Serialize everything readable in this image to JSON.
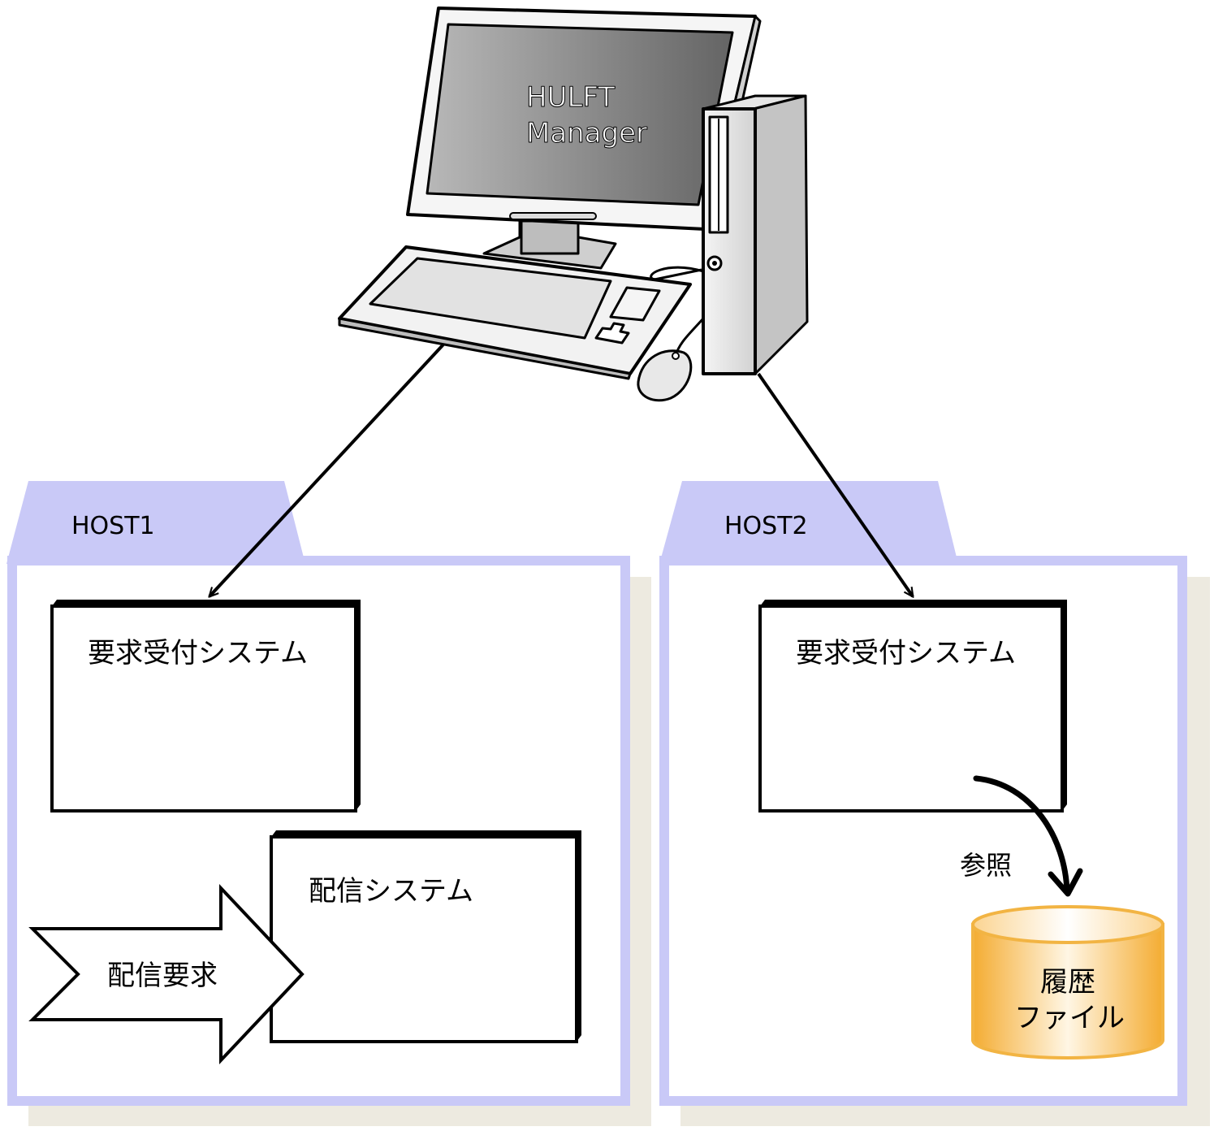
{
  "manager": {
    "line1": "HULFT",
    "line2": "Manager"
  },
  "host1": {
    "tab_label": "HOST1",
    "request_system_label": "要求受付システム",
    "distribution_system_label": "配信システム",
    "distribution_request_label": "配信要求"
  },
  "host2": {
    "tab_label": "HOST2",
    "request_system_label": "要求受付システム",
    "reference_label": "参照",
    "history_file_line1": "履歴",
    "history_file_line2": "ファイル"
  },
  "colors": {
    "host_tab": "#c9c9f7",
    "host_border": "#c9c9f7",
    "host_shadow": "#edeae0",
    "history_file_orange": "#f4b03a",
    "screen_dark": "#6f6f6f",
    "screen_light": "#b8b8b8"
  },
  "icons": {
    "computer": "desktop-computer-icon",
    "history_file": "database-cylinder-icon",
    "distribution_request": "arrow-shape-icon"
  }
}
